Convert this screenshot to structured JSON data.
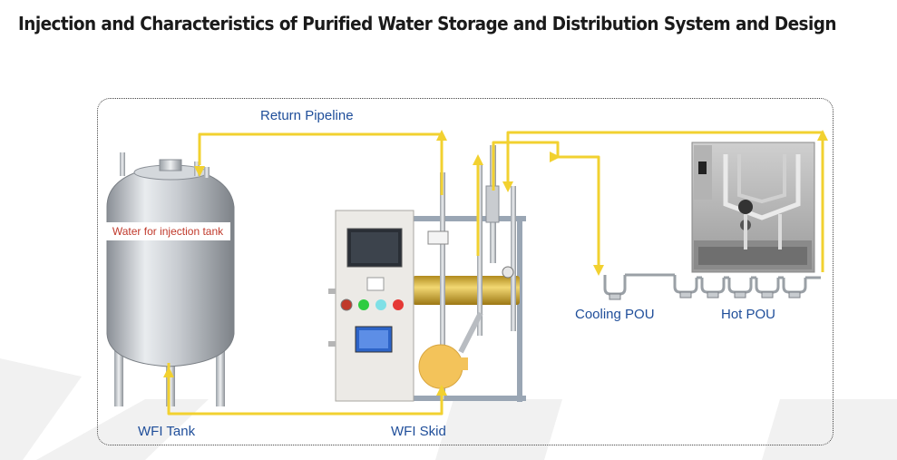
{
  "title": "Injection and Characteristics of Purified Water Storage and Distribution System and Design",
  "labels": {
    "return_pipeline": "Return Pipeline",
    "tank_label": "Water for injection tank",
    "wfi_tank": "WFI Tank",
    "wfi_skid": "WFI Skid",
    "cooling_pou": "Cooling POU",
    "hot_pou": "Hot POU"
  },
  "colors": {
    "pipeline": "#f2d130",
    "label_text": "#1f4e9a",
    "tank_label_text": "#c0392b",
    "pump": "#f3c35a"
  }
}
